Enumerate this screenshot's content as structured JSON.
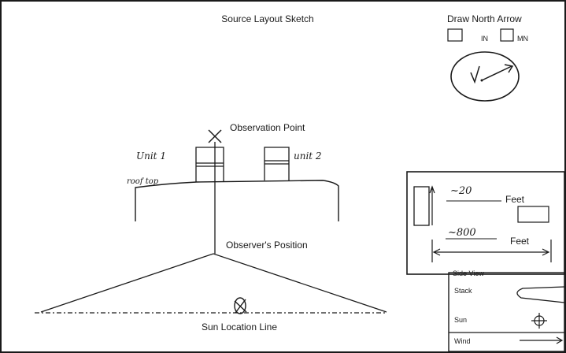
{
  "title": "Source Layout Sketch",
  "north_arrow": {
    "heading": "Draw North Arrow",
    "options": [
      {
        "label": "IN",
        "checked": false
      },
      {
        "label": "MN",
        "checked": false
      }
    ]
  },
  "sketch": {
    "observation_point_label": "Observation Point",
    "observation_point_mark": "X",
    "observer_position_label": "Observer's Position",
    "sun_line_label": "Sun Location Line",
    "handwritten": {
      "unit_1": "Unit 1",
      "unit_2": "unit 2",
      "roof_top": "roof top",
      "height_value": "~20",
      "distance_value": "~800"
    }
  },
  "side_view": {
    "height_units": "Feet",
    "distance_units": "Feet",
    "caption": "Side View"
  },
  "legend": {
    "items": [
      {
        "label": "Stack",
        "icon": "stack-plume-icon"
      },
      {
        "label": "Sun",
        "icon": "sun-crosshair-icon"
      },
      {
        "label": "Wind",
        "icon": "wind-arrow-icon"
      }
    ]
  }
}
